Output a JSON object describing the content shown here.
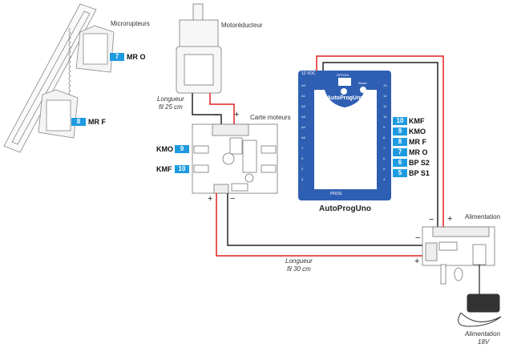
{
  "labels": {
    "microswitches": "Microrupteurs",
    "gearmotor": "Motoréducteur",
    "wire25_line1": "Longueur",
    "wire25_line2": "fil 25 cm",
    "motor_board": "Carte moteurs",
    "controller": "AutoProgUno",
    "power_board": "Alimentation",
    "wire30_line1": "Longueur",
    "wire30_line2": "fil 30 cm",
    "adapter_line1": "Alimentation",
    "adapter_line2": "18V"
  },
  "board_silk": {
    "vdc": "12 VDC",
    "onoff": "OFF/ON",
    "reset": "Reset",
    "name": "AutoProgUno",
    "prog": "PROG",
    "left_pins": [
      "A0",
      "A1",
      "A2",
      "A3",
      "A4",
      "A5",
      "1",
      "0",
      "2",
      "3"
    ],
    "right_pins": [
      "13",
      "12",
      "11",
      "10",
      "9",
      "8",
      "7",
      "6",
      "5",
      "4"
    ]
  },
  "switch_badges": [
    {
      "num": "7",
      "name": "MR O"
    },
    {
      "num": "8",
      "name": "MR F"
    }
  ],
  "motor_badges": [
    {
      "num": "9",
      "name": "KMO"
    },
    {
      "num": "10",
      "name": "KMF"
    }
  ],
  "controller_badges": [
    {
      "num": "10",
      "name": "KMF"
    },
    {
      "num": "9",
      "name": "KMO"
    },
    {
      "num": "8",
      "name": "MR F"
    },
    {
      "num": "7",
      "name": "MR O"
    },
    {
      "num": "6",
      "name": "BP S2"
    },
    {
      "num": "5",
      "name": "BP S1"
    }
  ],
  "polarity": {
    "minus": "−",
    "plus": "+"
  },
  "colors": {
    "badge": "#1e9be0",
    "board": "#2f5fb3",
    "red_wire": "#e02020",
    "black_wire": "#222222"
  }
}
